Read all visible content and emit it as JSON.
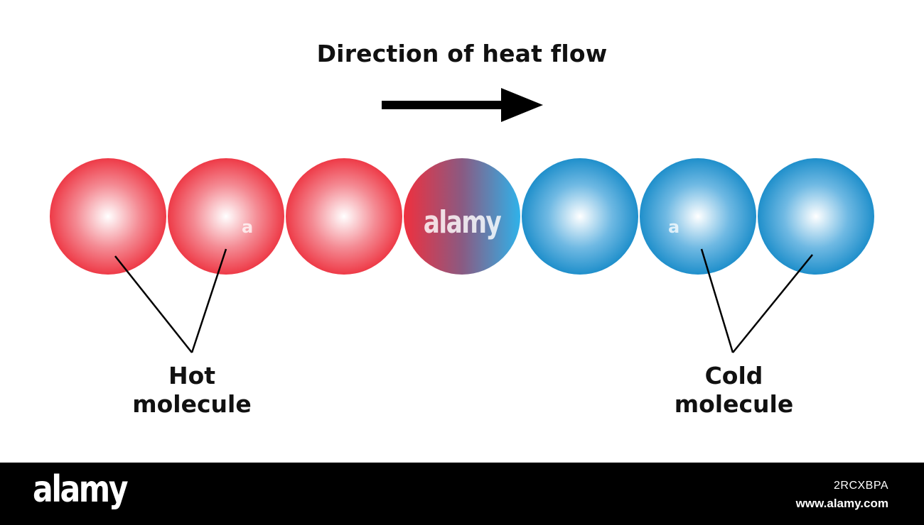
{
  "diagram": {
    "title": "Direction of heat flow",
    "hot_label": [
      "Hot",
      "molecule"
    ],
    "cold_label": [
      "Cold",
      "molecule"
    ],
    "molecules": [
      {
        "state": "hot"
      },
      {
        "state": "hot"
      },
      {
        "state": "hot"
      },
      {
        "state": "transition"
      },
      {
        "state": "cold"
      },
      {
        "state": "cold"
      },
      {
        "state": "cold"
      }
    ],
    "colors": {
      "hot": "#ee3a47",
      "cold": "#1f8fcb",
      "arrow": "#000000"
    }
  },
  "watermark": {
    "center_text": "alamy",
    "small_text": "a"
  },
  "footer": {
    "logo": "alamy",
    "image_id": "2RCXBPA",
    "url": "www.alamy.com"
  }
}
